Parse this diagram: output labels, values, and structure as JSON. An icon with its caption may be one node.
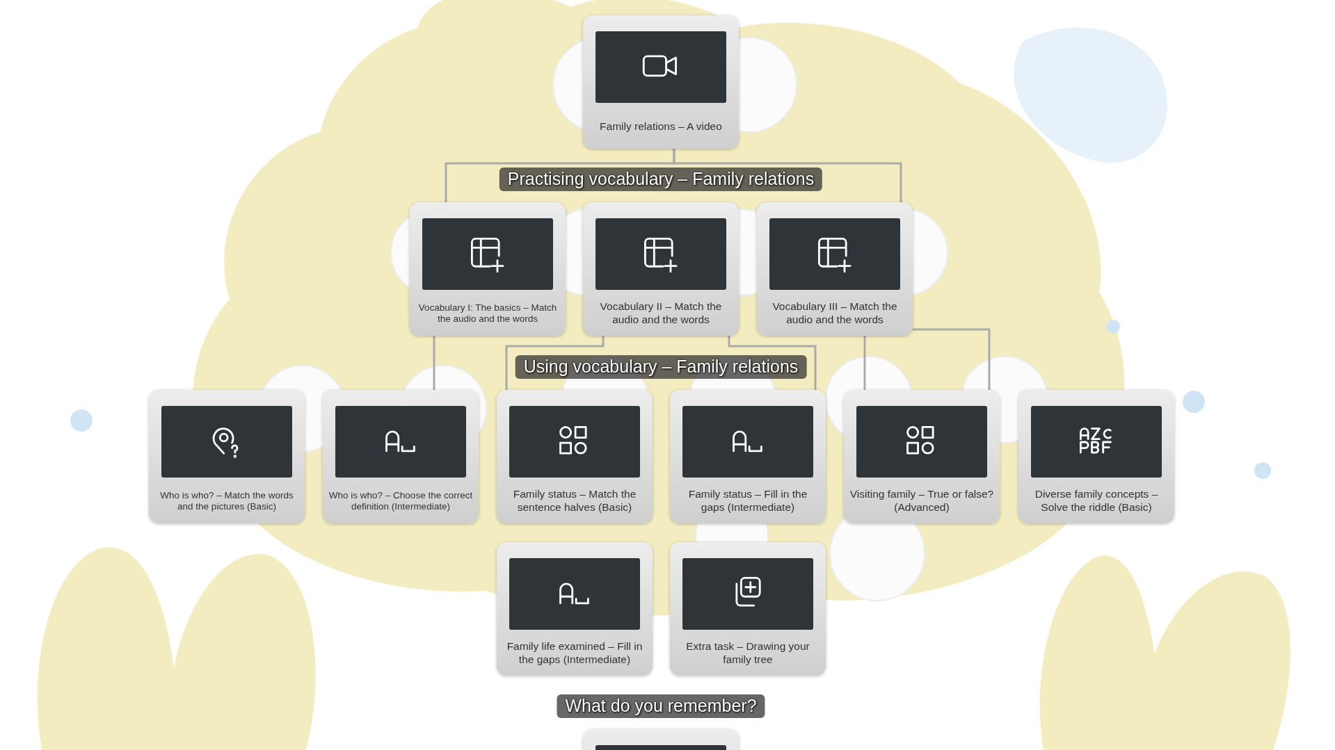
{
  "diagram": {
    "nodes": [
      {
        "text": [
          "Family relations – A video"
        ]
      },
      {
        "text": [
          "Vocabulary I: The basics – Match the audio and the words"
        ]
      },
      {
        "text": [
          "Vocabulary II – Match the audio and the words"
        ]
      },
      {
        "text": [
          "Vocabulary III – Match the audio and the words"
        ]
      },
      {
        "text": [
          "Who is who? – Match the words and the pictures (Basic)"
        ]
      },
      {
        "text": [
          "Who is who? – Choose the correct definition (Intermediate)"
        ]
      },
      {
        "text": [
          "Family status – Match the sentence halves (Basic)"
        ]
      },
      {
        "text": [
          "Family status – Fill in the gaps (Intermediate)"
        ]
      },
      {
        "text": [
          "Visiting family – True or false? (Advanced)"
        ]
      },
      {
        "text": [
          "Diverse family concepts – Solve the riddle (Basic)"
        ]
      },
      {
        "text": [
          "Family life examined – Fill in the gaps (Intermediate)"
        ]
      },
      {
        "text": [
          "Extra task – Drawing your family tree"
        ]
      },
      {
        "text": [],
        "shape": "box"
      }
    ],
    "edges": [
      {
        "from": 0,
        "to": 1,
        "arrow": "none"
      },
      {
        "from": 0,
        "to": 3,
        "arrow": "none"
      },
      {
        "from": 1,
        "to": 5,
        "arrow": "none"
      },
      {
        "from": 2,
        "to": 6,
        "arrow": "none"
      },
      {
        "from": 2,
        "to": 7,
        "arrow": "none"
      },
      {
        "from": 3,
        "to": 8,
        "arrow": "none"
      },
      {
        "from": 3,
        "to": 8,
        "arrow": "none"
      }
    ],
    "labels": [
      "Practising vocabulary – Family relations",
      "Using vocabulary – Family relations",
      "What do you remember?"
    ]
  }
}
